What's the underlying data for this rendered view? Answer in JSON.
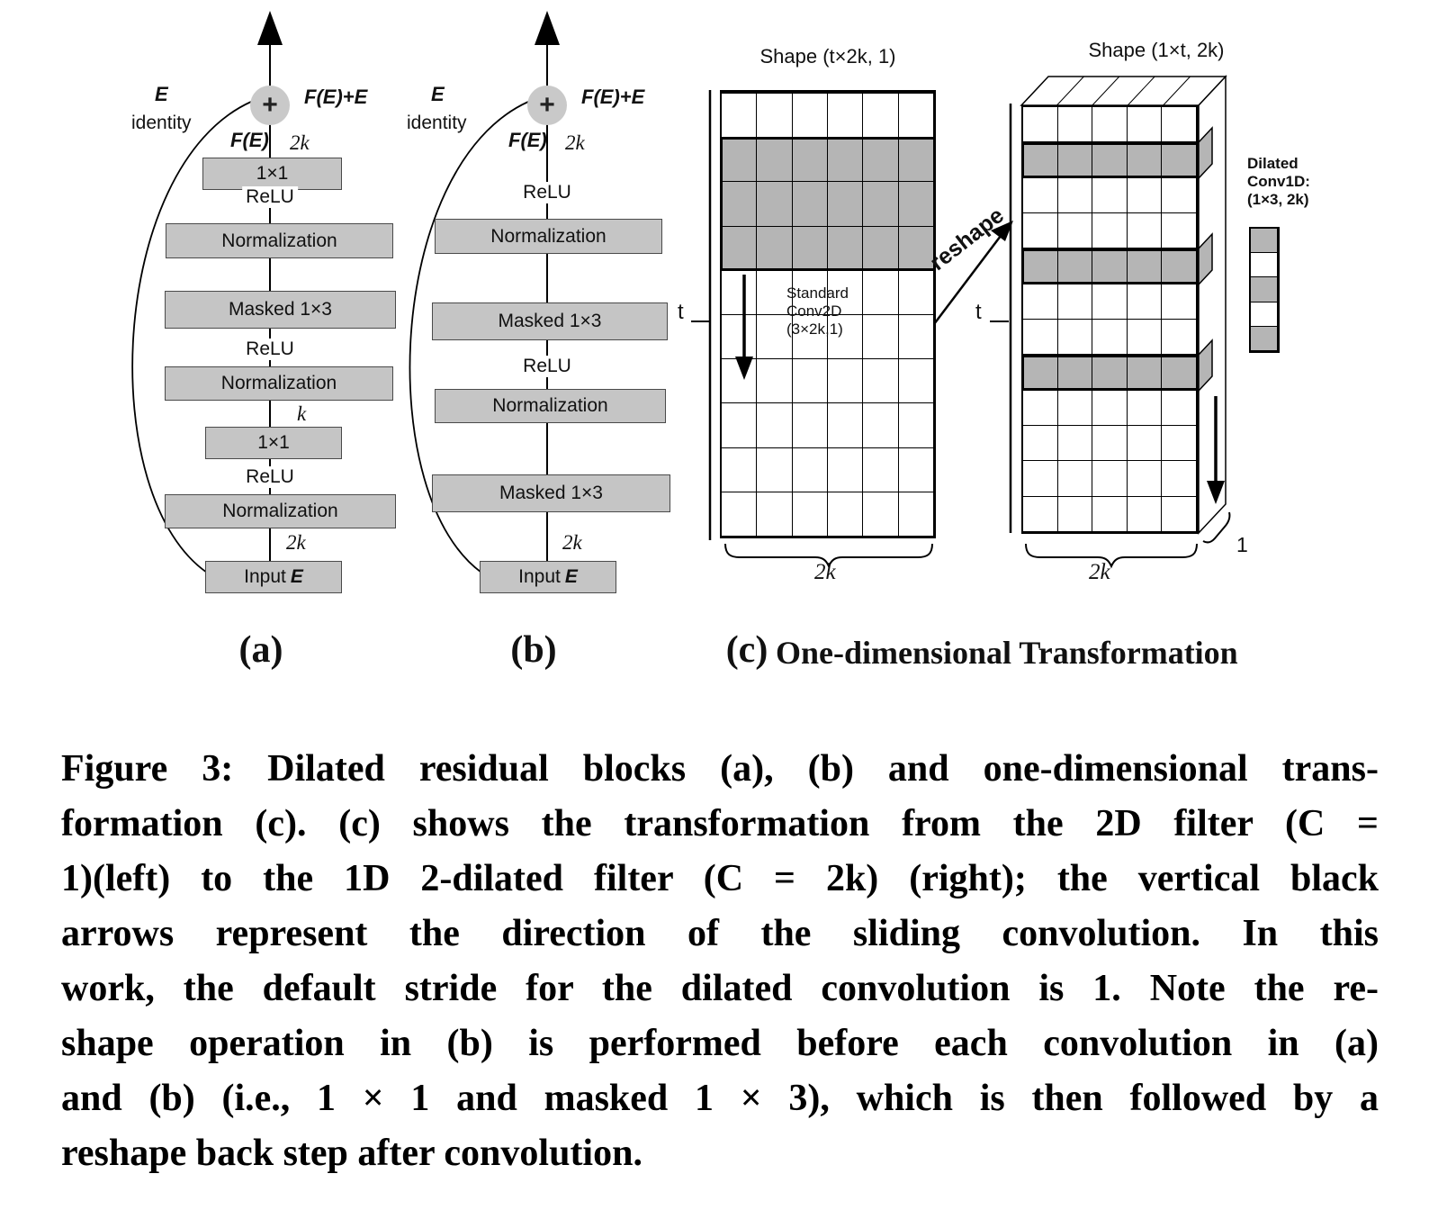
{
  "figure": {
    "panel_a": {
      "label": "(a)",
      "e": "E",
      "identity": "identity",
      "plus": "+",
      "sum": "F(E)+E",
      "f": "F(E)",
      "dim_top": "2k",
      "conv1x1": "1×1",
      "relu": "ReLU",
      "norm": "Normalization",
      "masked": "Masked 1×3",
      "dim_mid": "k",
      "dim_bottom": "2k",
      "input_prefix": "Input",
      "input_var": "E"
    },
    "panel_b": {
      "label": "(b)",
      "e": "E",
      "identity": "identity",
      "plus": "+",
      "sum": "F(E)+E",
      "f": "F(E)",
      "dim_top": "2k",
      "relu": "ReLU",
      "norm": "Normalization",
      "masked": "Masked 1×3",
      "dim_bottom": "2k",
      "input_prefix": "Input",
      "input_var": "E"
    },
    "panel_c": {
      "label": "(c)",
      "title": "One-dimensional Transformation",
      "left_shape": "Shape (t×2k, 1)",
      "right_shape": "Shape (1×t, 2k)",
      "t": "t",
      "conv2d": [
        "Standard",
        "Conv2D",
        "(3×2k,1)"
      ],
      "reshape": "reshape",
      "conv1d": [
        "Dilated",
        "Conv1D:",
        "(1×3, 2k)"
      ],
      "left_dim": "2k",
      "right_dim": "2k",
      "depth_dim": "1",
      "left_grid": {
        "rows": 10,
        "cols": 6,
        "gray_rows": [
          1,
          2,
          3
        ]
      },
      "right_grid": {
        "rows": 12,
        "cols": 5,
        "gray_rows": [
          1,
          4,
          7
        ]
      },
      "filter_grid": {
        "rows": 5,
        "cols": 1,
        "gray_rows": [
          0,
          2,
          4
        ]
      }
    },
    "caption": {
      "lines": [
        "Figure 3: Dilated residual blocks (a), (b) and one-dimensional trans-",
        "formation (c). (c) shows the transformation from the 2D filter (C =",
        "1)(left) to the 1D 2-dilated filter (C = 2k) (right); the vertical black",
        "arrows represent the direction of the sliding convolution. In this",
        "work, the default stride for the dilated convolution is 1. Note the re-",
        "shape operation in (b) is performed before each convolution in (a)",
        "and (b) (i.e., 1 × 1 and masked 1 × 3), which is then followed by a",
        "reshape back step after convolution."
      ]
    }
  }
}
